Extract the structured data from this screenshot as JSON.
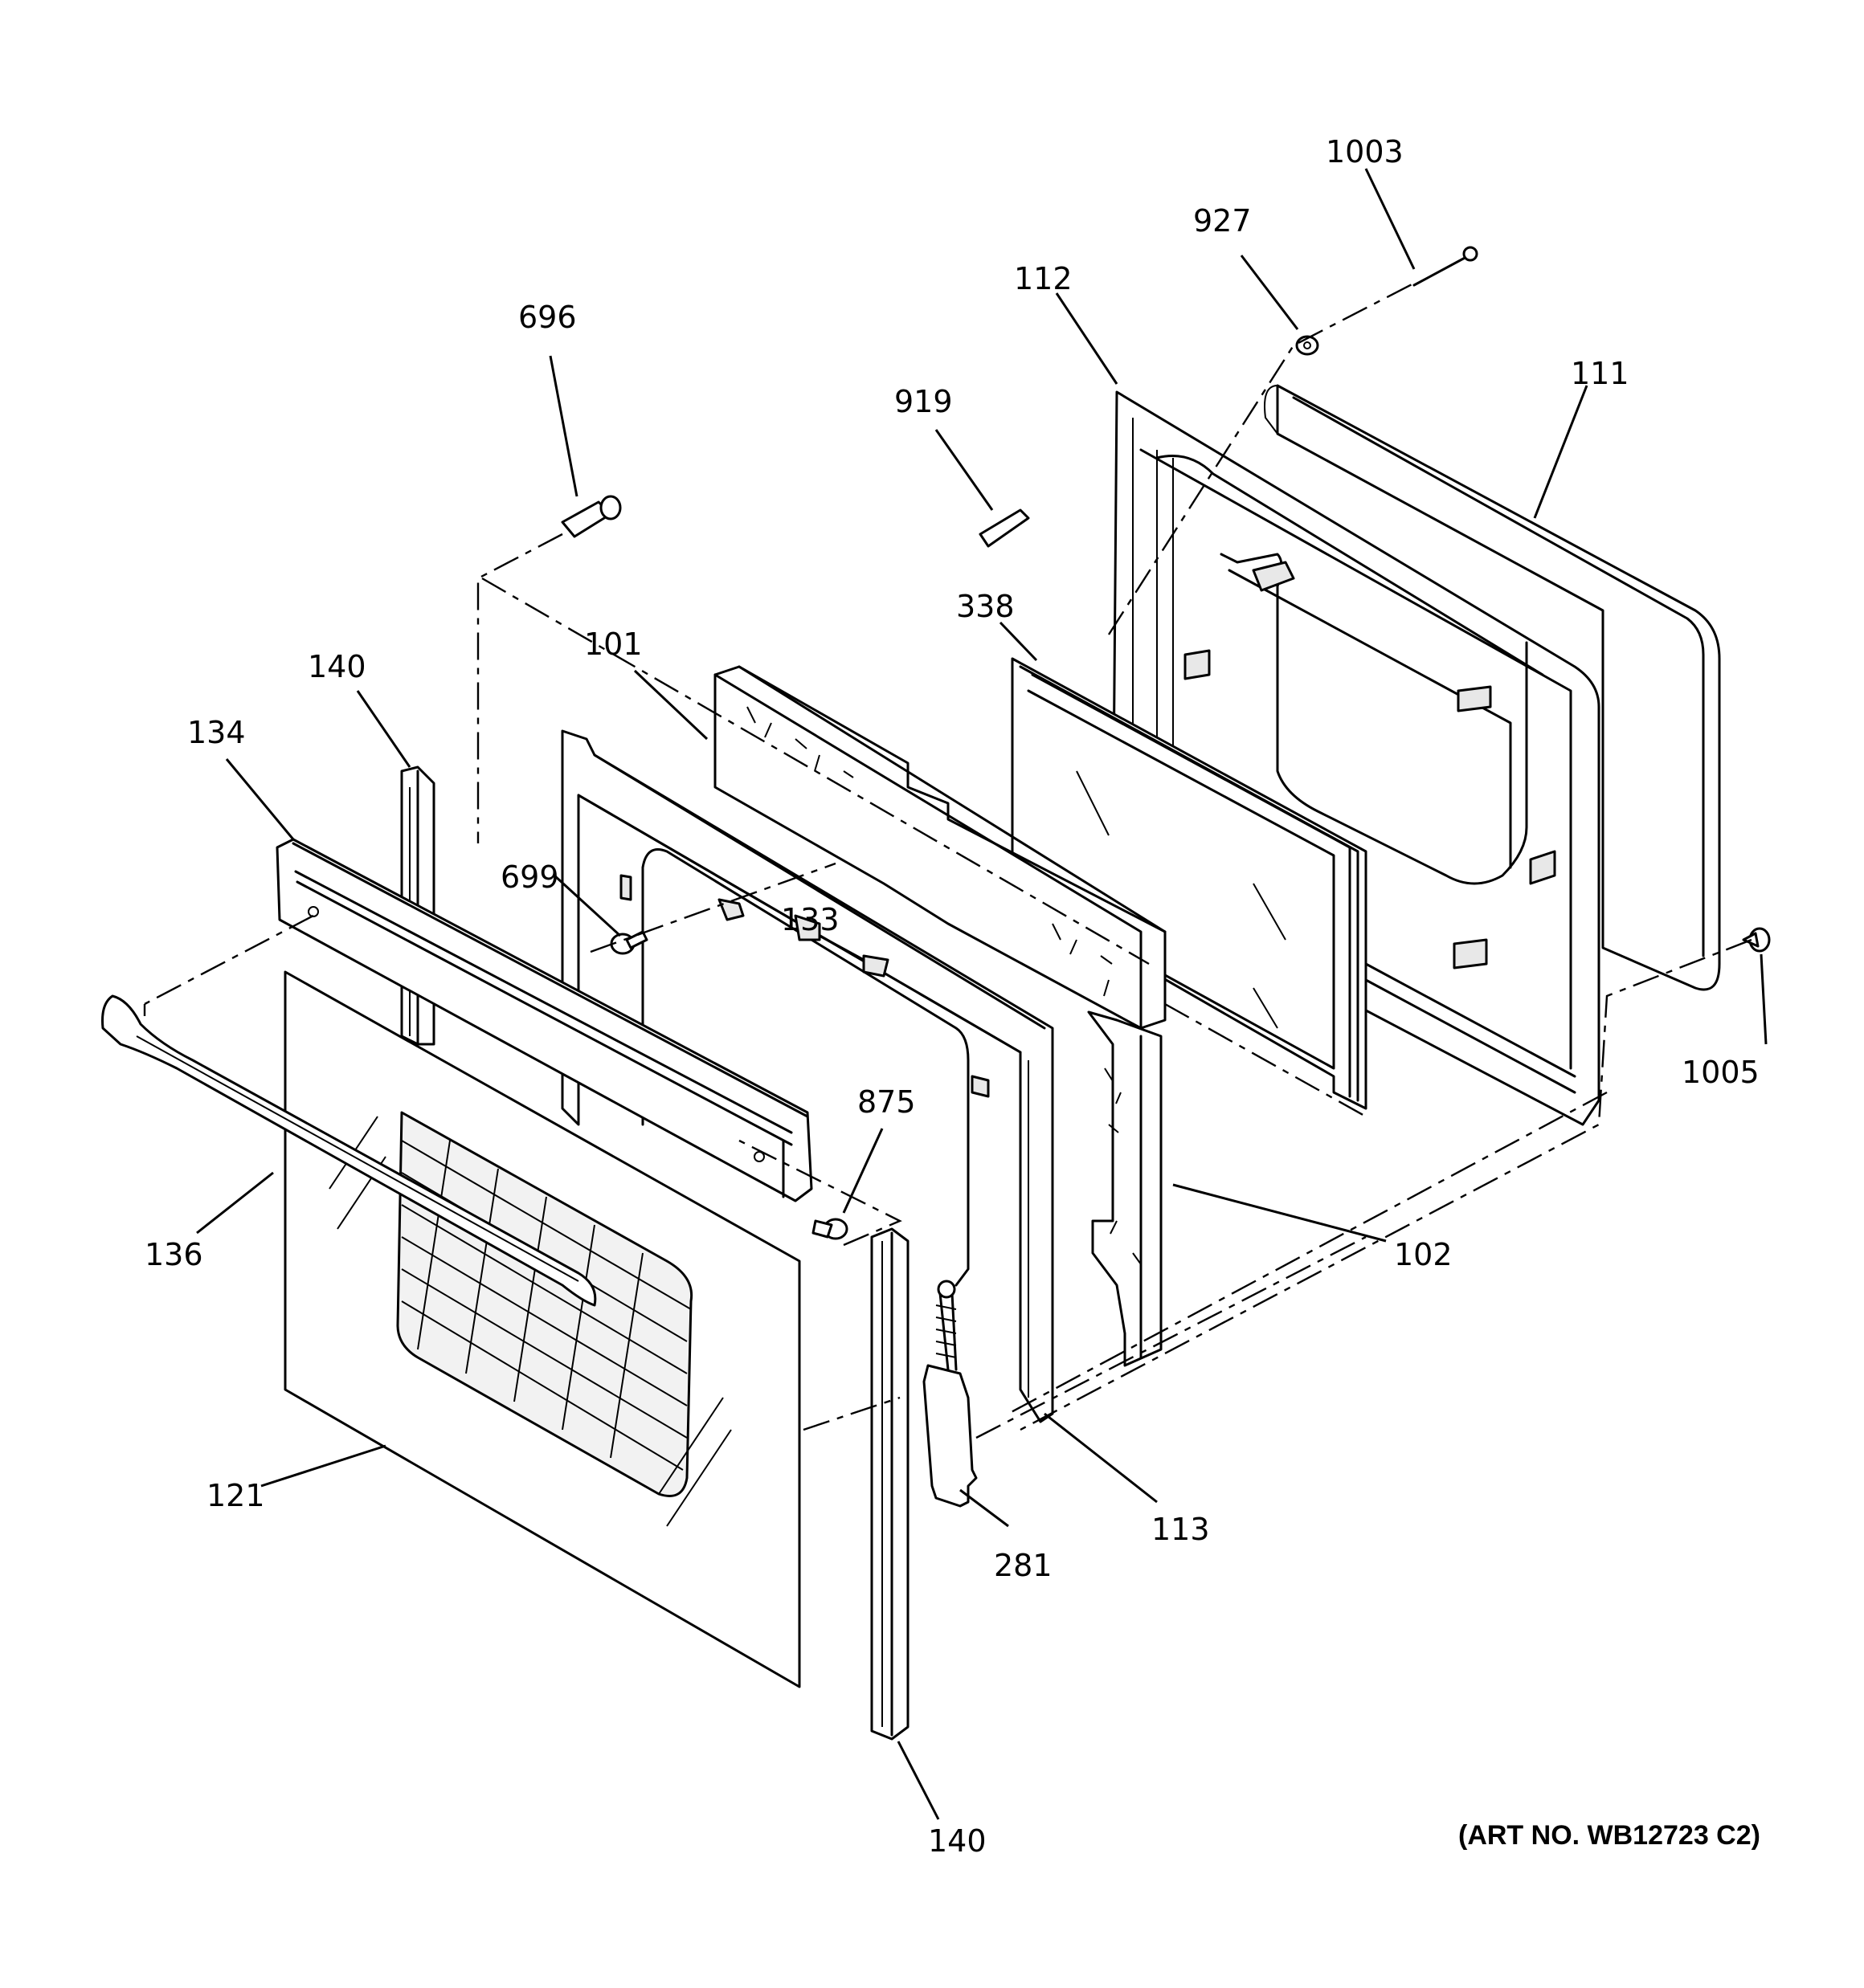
{
  "art_number": "(ART NO. WB12723 C2)",
  "parts": [
    {
      "id": "1003"
    },
    {
      "id": "927"
    },
    {
      "id": "112"
    },
    {
      "id": "111"
    },
    {
      "id": "919"
    },
    {
      "id": "696"
    },
    {
      "id": "338"
    },
    {
      "id": "101"
    },
    {
      "id": "140"
    },
    {
      "id": "134"
    },
    {
      "id": "699"
    },
    {
      "id": "133"
    },
    {
      "id": "1005"
    },
    {
      "id": "875"
    },
    {
      "id": "136"
    },
    {
      "id": "102"
    },
    {
      "id": "121"
    },
    {
      "id": "113"
    },
    {
      "id": "281"
    },
    {
      "id": "140"
    }
  ]
}
